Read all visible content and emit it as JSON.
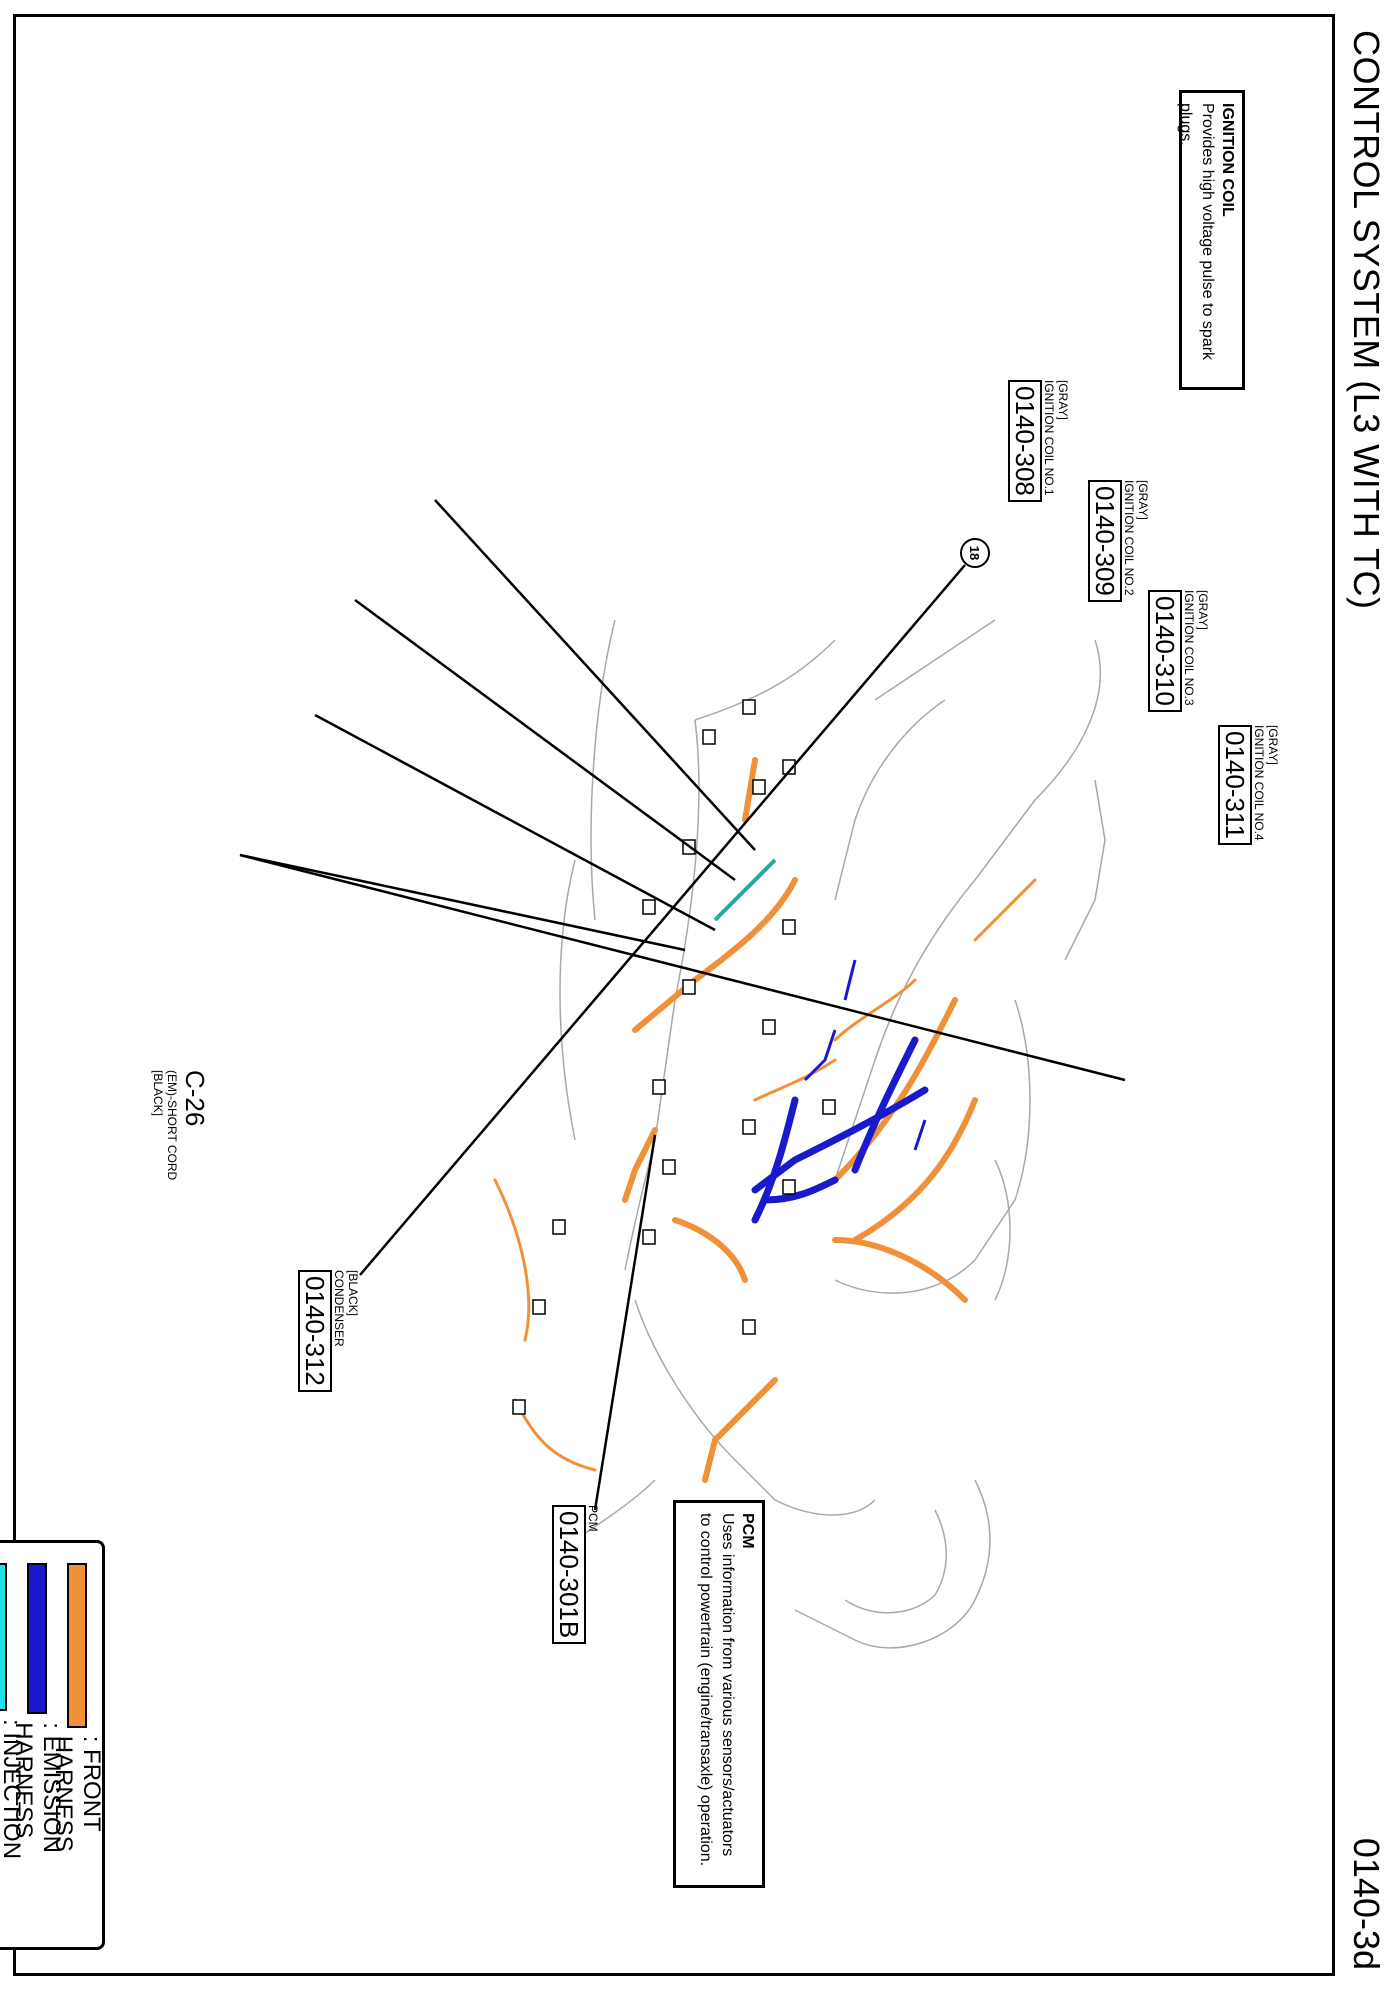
{
  "header": {
    "title": "CONTROL SYSTEM (L3 WITH TC)",
    "page_id": "0140-3d"
  },
  "ignition_coil_box": {
    "heading": "IGNITION COIL",
    "description": "Provides high voltage pulse to spark plugs."
  },
  "pcm_box": {
    "heading": "PCM",
    "line1": "Uses information from various sensors/actuators",
    "line2": "to control powertrain (engine/transaxle) operation."
  },
  "connectors": {
    "c308": {
      "color": "[GRAY]",
      "name": "IGNITION COIL NO.1",
      "code": "0140-308"
    },
    "c309": {
      "color": "[GRAY]",
      "name": "IGNITION COIL NO.2",
      "code": "0140-309"
    },
    "c310": {
      "color": "[GRAY]",
      "name": "IGNITION COIL NO.3",
      "code": "0140-310"
    },
    "c311": {
      "color": "[GRAY]",
      "name": "IGNITION COIL NO.4",
      "code": "0140-311"
    },
    "c312": {
      "color": "[BLACK]",
      "name": "CONDENSER",
      "code": "0140-312"
    },
    "c301b": {
      "name": "PCM",
      "code": "0140-301B"
    },
    "c26": {
      "code": "C-26",
      "name": "(EM)-SHORT CORD",
      "color": "[BLACK]"
    }
  },
  "callout_18": "18",
  "legend": {
    "items": [
      {
        "label": ": FRONT HARNESS",
        "color": "#f0913a"
      },
      {
        "label": ": EMISSION HARNESS",
        "color": "#1a1acc"
      },
      {
        "label": ": INJECTION HARNESS",
        "color": "#22e0e8"
      }
    ]
  }
}
